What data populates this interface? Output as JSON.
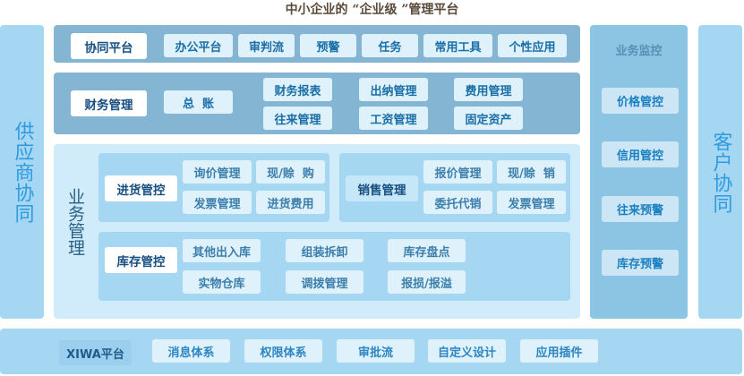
{
  "title": "中小企业的 “企业级 ”管理平台",
  "left_column": "供应商协同",
  "right_column": "客户协同",
  "collab": {
    "label": "协同平台",
    "items": [
      "办公平台",
      "审判流",
      "预警",
      "任务",
      "常用工具",
      "个性应用"
    ]
  },
  "finance": {
    "label": "财务管理",
    "items": [
      "总  账",
      "财务报表",
      "往来管理",
      "出纳管理",
      "工资管理",
      "费用管理",
      "固定资产"
    ]
  },
  "business": {
    "label": "业务管理",
    "purchase": {
      "label": "进货管控",
      "items": [
        "询价管理",
        "现/赊  购",
        "发票管理",
        "进货费用"
      ]
    },
    "sales": {
      "label": "销售管理",
      "items": [
        "报价管理",
        "现/赊  销",
        "委托代销",
        "发票管理"
      ]
    },
    "inventory": {
      "label": "库存管控",
      "items": [
        "其他出入库",
        "实物仓库",
        "组装拆卸",
        "调拨管理",
        "库存盘点",
        "报损/报溢"
      ]
    }
  },
  "monitor": {
    "label": "业务监控",
    "items": [
      "价格管控",
      "信用管控",
      "往来预警",
      "库存预警"
    ]
  },
  "platform": {
    "label": "XIWA平台",
    "items": [
      "消息体系",
      "权限体系",
      "审批流",
      "自定义设计",
      "应用插件"
    ]
  }
}
